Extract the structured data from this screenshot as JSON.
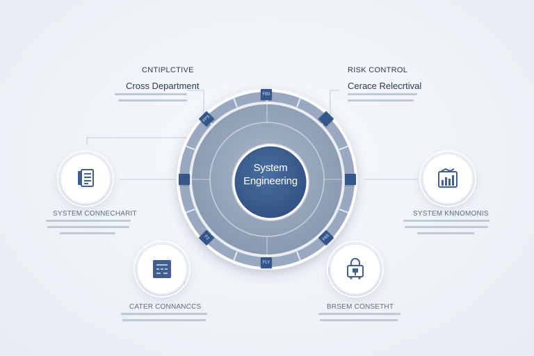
{
  "hub": {
    "line1": "System",
    "line2": "Engineering"
  },
  "top_left": {
    "title": "CNTIPLCTIVE",
    "subtitle": "Cross Department"
  },
  "top_right": {
    "title": "RISK CONTROL",
    "subtitle": "Cerace Relecrtival"
  },
  "left": {
    "label": "SYSTEM CONNECHARIT"
  },
  "right": {
    "label": "SYSTEM KNNOMONIS"
  },
  "bottom_left": {
    "label": "CATER CONNANCCS"
  },
  "bottom_right": {
    "label": "BRSEM CONSETHT"
  },
  "ring_ticks": [
    "FB3",
    "FPS",
    "",
    "",
    "",
    "F2",
    "F63",
    "FLY"
  ],
  "colors": {
    "hub": "#3b5e8f",
    "ring": "#8e9db4",
    "ring_light": "#b8c3d3",
    "tick": "#35568a",
    "icon": "#3e5f8f"
  }
}
